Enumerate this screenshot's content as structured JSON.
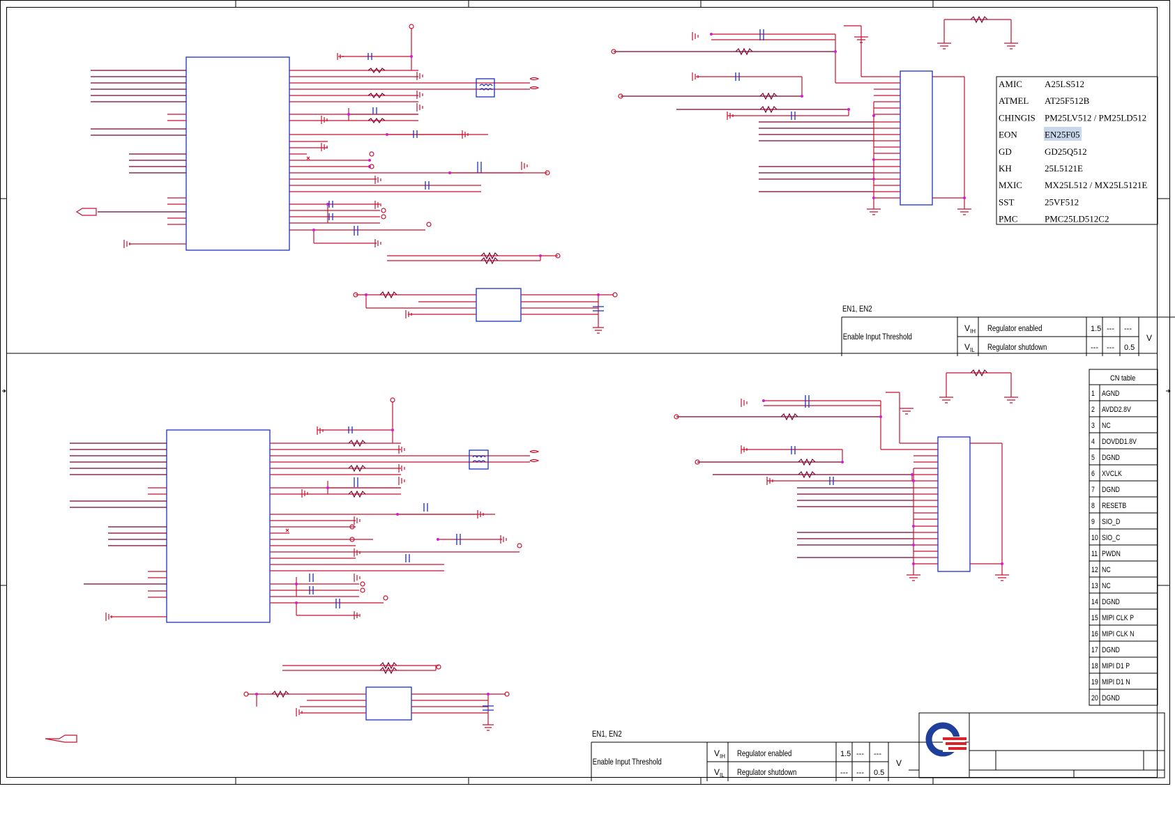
{
  "flash_table": {
    "rows": [
      {
        "vendor": "AMIC",
        "part": "A25LS512"
      },
      {
        "vendor": "ATMEL",
        "part": "AT25F512B"
      },
      {
        "vendor": "CHINGIS",
        "part": "PM25LV512 / PM25LD512"
      },
      {
        "vendor": "EON",
        "part": "EN25F05"
      },
      {
        "vendor": "GD",
        "part": "GD25Q512"
      },
      {
        "vendor": "KH",
        "part": "25L5121E"
      },
      {
        "vendor": "MXIC",
        "part": "MX25L512 / MX25L5121E"
      },
      {
        "vendor": "SST",
        "part": "25VF512"
      },
      {
        "vendor": "PMC",
        "part": "PMC25LD512C2"
      }
    ],
    "highlight_color": "#c9d7ec"
  },
  "threshold_top": {
    "signal": "EN1, EN2",
    "description": "Enable Input Threshold",
    "rows": [
      {
        "sym": "V",
        "sub": "IH",
        "label": "Regulator enabled",
        "min": "1.5",
        "typ": "---",
        "max": "---"
      },
      {
        "sym": "V",
        "sub": "IL",
        "label": "Regulator shutdown",
        "min": "---",
        "typ": "---",
        "max": "0.5"
      }
    ],
    "unit": "V"
  },
  "threshold_bottom": {
    "signal": "EN1, EN2",
    "description": "Enable Input Threshold",
    "rows": [
      {
        "sym": "V",
        "sub": "IH",
        "label": "Regulator enabled",
        "min": "1.5",
        "typ": "---",
        "max": "---"
      },
      {
        "sym": "V",
        "sub": "IL",
        "label": "Regulator shutdown",
        "min": "---",
        "typ": "---",
        "max": "0.5"
      }
    ],
    "unit": "V"
  },
  "cn_table": {
    "title": "CN  table",
    "pins": [
      {
        "n": "1",
        "name": "AGND"
      },
      {
        "n": "2",
        "name": "AVDD2.8V"
      },
      {
        "n": "3",
        "name": "NC"
      },
      {
        "n": "4",
        "name": "DOVDD1.8V"
      },
      {
        "n": "5",
        "name": "DGND"
      },
      {
        "n": "6",
        "name": "XVCLK"
      },
      {
        "n": "7",
        "name": "DGND"
      },
      {
        "n": "8",
        "name": "RESETB"
      },
      {
        "n": "9",
        "name": "SIO_D"
      },
      {
        "n": "10",
        "name": "SIO_C"
      },
      {
        "n": "11",
        "name": "PWDN"
      },
      {
        "n": "12",
        "name": "NC"
      },
      {
        "n": "13",
        "name": "NC"
      },
      {
        "n": "14",
        "name": "DGND"
      },
      {
        "n": "15",
        "name": "MIPI CLK P"
      },
      {
        "n": "16",
        "name": "MIPI CLK N"
      },
      {
        "n": "17",
        "name": "DGND"
      },
      {
        "n": "18",
        "name": "MIPI D1 P"
      },
      {
        "n": "19",
        "name": "MIPI D1 N"
      },
      {
        "n": "20",
        "name": "DGND"
      }
    ]
  },
  "colors": {
    "wire": "#c8102e",
    "wire_dark": "#7a0030",
    "component": "#1a2fbf",
    "junction": "#d61ad6",
    "logo_blue": "#1f3f9a",
    "logo_red": "#d8232a"
  },
  "icons": [
    "logo-icon",
    "ground-symbol-icon",
    "resistor-icon",
    "capacitor-icon",
    "inductor-icon"
  ]
}
